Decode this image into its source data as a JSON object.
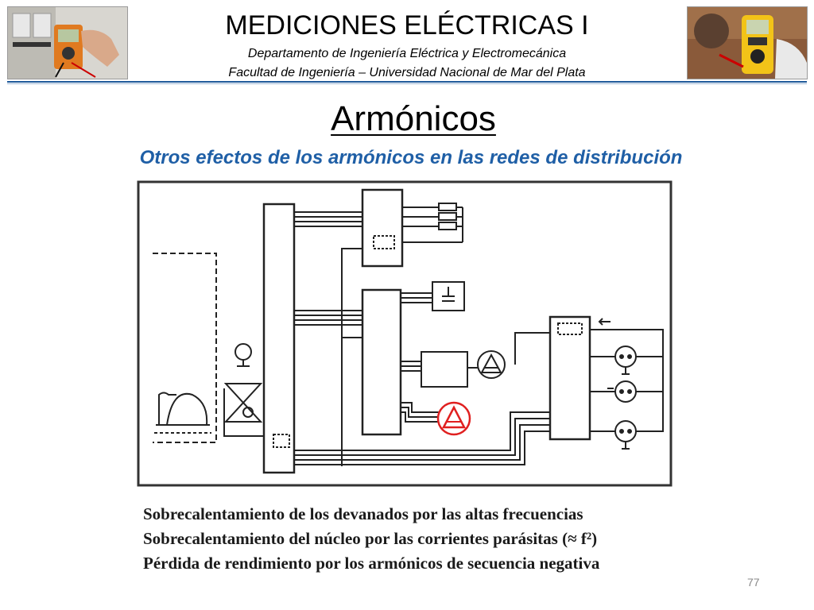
{
  "header": {
    "title": "MEDICIONES ELÉCTRICAS I",
    "department": "Departamento de Ingeniería Eléctrica y Electromecánica",
    "faculty": "Facultad de Ingeniería – Universidad Nacional de Mar del Plata"
  },
  "slide": {
    "title": "Armónicos",
    "subtitle": "Otros efectos de los armónicos en las redes de distribución",
    "effects": [
      "Sobrecalentamiento de los devanados por las altas frecuencias",
      "Sobrecalentamiento del núcleo por las corrientes parásitas (≈ f²)",
      "Pérdida de rendimiento por los armónicos de secuencia negativa"
    ],
    "page_number": "77"
  },
  "colors": {
    "header_rule": "#1f5a9a",
    "subtitle": "#1f5fa6",
    "highlight_motor": "#e02020"
  }
}
